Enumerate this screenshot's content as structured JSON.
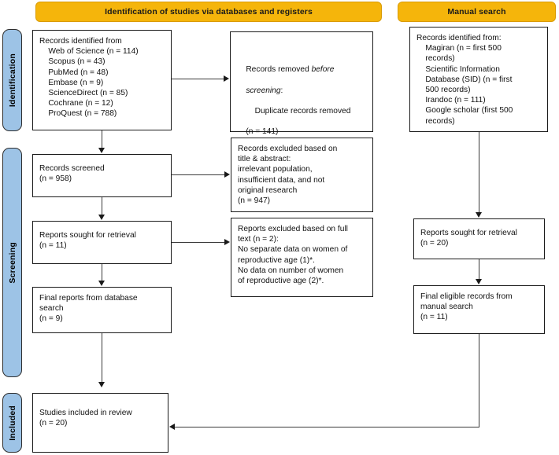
{
  "figure": {
    "type": "prisma-flow-diagram",
    "colors": {
      "header_bar": "#F5B50B",
      "stage_label": "#9DC3E6",
      "box_border": "#1a1a1a",
      "connector": "#3a3a3a",
      "background": "#ffffff"
    }
  },
  "headers": {
    "databases": "Identification of studies via databases and registers",
    "manual": "Manual search"
  },
  "stage_labels": {
    "identification": "Identification",
    "screening": "Screening",
    "included": "Included"
  },
  "boxes": {
    "records_identified": {
      "title": "Records identified from",
      "sources": [
        "Web of Science (n = 114)",
        "Scopus (n = 43)",
        "PubMed (n = 48)",
        "Embase (n = 9)",
        "ScienceDirect (n = 85)",
        "Cochrane (n = 12)",
        "ProQuest (n = 788)"
      ],
      "text": "Records identified from\n    Web of Science (n = 114)\n    Scopus (n = 43)\n    PubMed (n = 48)\n    Embase (n = 9)\n    ScienceDirect (n = 85)\n    Cochrane (n = 12)\n    ProQuest (n = 788)"
    },
    "records_removed": {
      "line1_pre": "Records removed ",
      "line1_italic": "before",
      "line2_italic": "screening",
      "line2_post": ":",
      "line3": "    Duplicate records removed",
      "line4": "(n = 141)",
      "count": 141
    },
    "manual_sources": {
      "title": "Records identified from:",
      "text": "Records identified from:\n    Magiran (n = first 500\n    records)\n    Scientific Information\n    Database (SID) (n = first\n    500 records)\n    Irandoc (n = 111)\n    Google scholar (first 500\n    records)",
      "sources": [
        "Magiran (n = first 500 records)",
        "Scientific Information Database (SID) (n = first 500 records)",
        "Irandoc (n = 111)",
        "Google scholar (first 500 records)"
      ]
    },
    "records_screened": {
      "text": "Records screened\n(n = 958)",
      "label": "Records screened",
      "count": 958
    },
    "records_excluded": {
      "text": "Records excluded based on\ntitle & abstract:\nirrelevant population,\ninsufficient data, and not\noriginal research\n(n = 947)",
      "count": 947
    },
    "reports_sought_db": {
      "text": "Reports sought for retrieval\n(n = 11)",
      "label": "Reports sought for retrieval",
      "count": 11
    },
    "reports_excluded": {
      "text": "Reports excluded based on full\ntext (n = 2):\nNo separate data on women of\nreproductive age (1)*.\nNo data on number of women\nof reproductive age (2)*.",
      "count": 2
    },
    "final_reports_db": {
      "text": "Final reports from database\nsearch\n(n = 9)",
      "label": "Final reports from database search",
      "count": 9
    },
    "reports_sought_manual": {
      "text": "Reports sought for retrieval\n(n = 20)",
      "label": "Reports sought for retrieval",
      "count": 20
    },
    "final_eligible_manual": {
      "text": "Final eligible records from\nmanual search\n(n = 11)",
      "label": "Final eligible records from manual search",
      "count": 11
    },
    "studies_included": {
      "text": "Studies included in review\n(n = 20)",
      "label": "Studies included in review",
      "count": 20
    }
  }
}
